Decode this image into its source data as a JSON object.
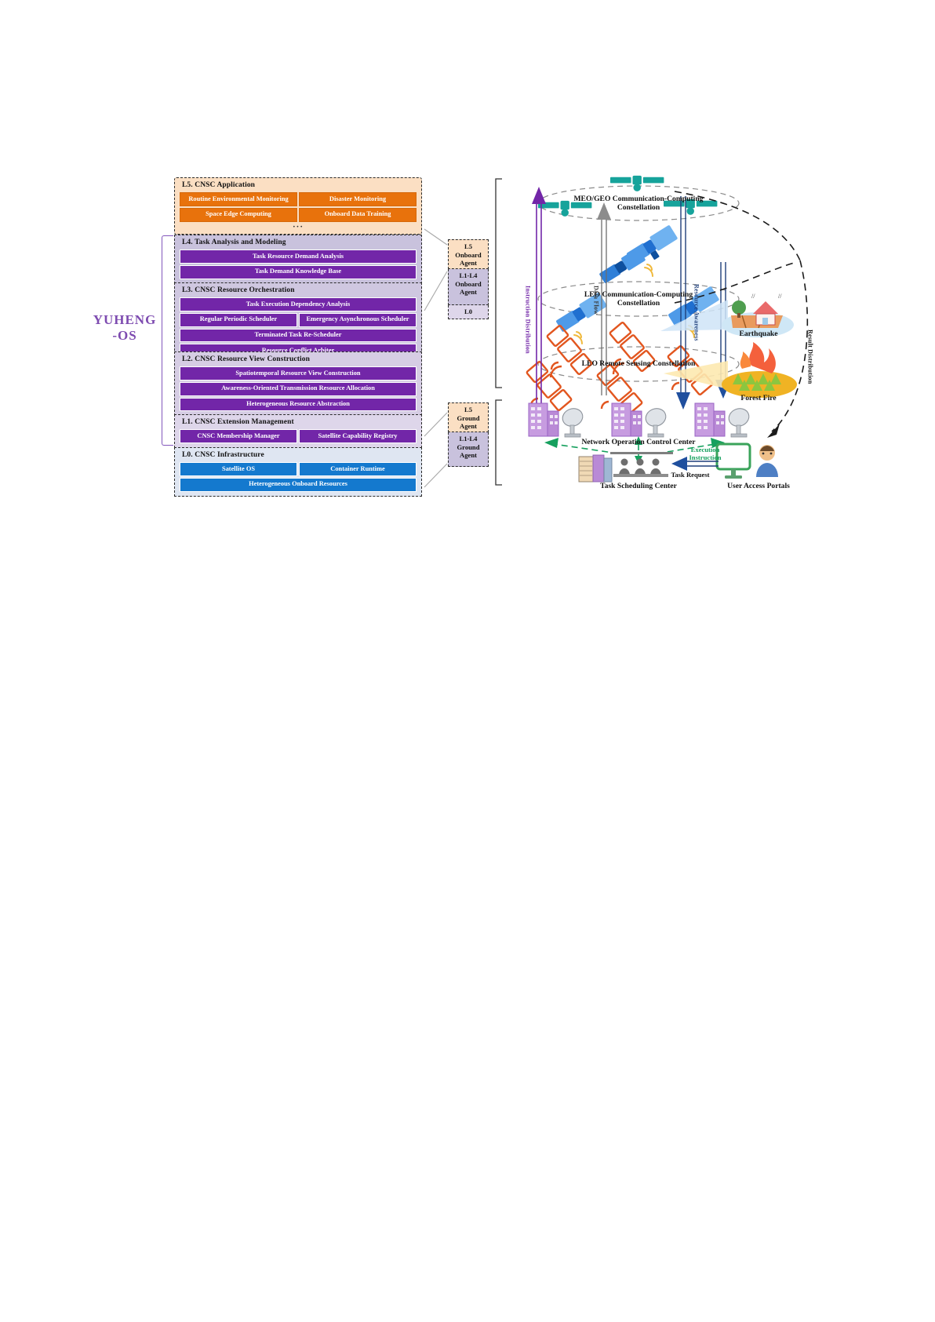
{
  "brand": {
    "line1": "YUHENG",
    "line2": "-OS"
  },
  "layers": [
    {
      "id": "l5",
      "title": "L5. CNSC Application",
      "rows": [
        [
          "Routine Environmental Monitoring",
          "Disaster Monitoring"
        ],
        [
          "Space Edge Computing",
          "Onboard Data Training"
        ]
      ],
      "ellipsis": "···",
      "color": "#e8720c",
      "bg": "#fbdfc3"
    },
    {
      "id": "l4",
      "title": "L4. Task Analysis and Modeling",
      "rows": [
        [
          "Task Resource Demand Analysis"
        ],
        [
          "Task Demand Knowledge Base"
        ]
      ],
      "color": "#7226a8",
      "bg": "#c9c2dd"
    },
    {
      "id": "l3",
      "title": "L3. CNSC Resource Orchestration",
      "rows": [
        [
          "Task Execution Dependency Analysis"
        ],
        [
          "Regular Periodic Scheduler",
          "Emergency Asynchronous Scheduler"
        ],
        [
          "Terminated Task Re-Scheduler"
        ],
        [
          "Resource Conflict Arbiter"
        ]
      ],
      "color": "#7226a8",
      "bg": "#cfc7e0"
    },
    {
      "id": "l2",
      "title": "L2. CNSC Resource View Construction",
      "rows": [
        [
          "Spatiotemporal Resource View Construction"
        ],
        [
          "Awareness-Oriented Transmission Resource Allocation"
        ],
        [
          "Heterogeneous Resource Abstraction"
        ]
      ],
      "color": "#7226a8",
      "bg": "#d6cde4"
    },
    {
      "id": "l1",
      "title": "L1. CNSC Extension Management",
      "rows": [
        [
          "CNSC Membership Manager",
          "Satellite Capability Registry"
        ]
      ],
      "color": "#7226a8",
      "bg": "#ded6ea"
    },
    {
      "id": "l0",
      "title": "L0. CNSC Infrastructure",
      "rows": [
        [
          "Satellite OS",
          "Container Runtime"
        ],
        [
          "Heterogeneous Onboard Resources"
        ]
      ],
      "color": "#1479ce",
      "bg": "#dfe6f2"
    }
  ],
  "agents": {
    "onboard": [
      {
        "label": "L5\nOnboard\nAgent",
        "style": "peach"
      },
      {
        "label": "L1-L4\nOnboard\nAgent",
        "style": "lav"
      },
      {
        "label": "L0",
        "style": "lav2"
      }
    ],
    "ground": [
      {
        "label": "L5\nGround\nAgent",
        "style": "peach"
      },
      {
        "label": "L1-L4\nGround\nAgent",
        "style": "lav"
      }
    ]
  },
  "scene": {
    "constellations": [
      {
        "name": "meo-geo",
        "label": "MEO/GEO Communication-Computing\nConstellation"
      },
      {
        "name": "leo-comm",
        "label": "LEO Communication-Computing\nConstellation"
      },
      {
        "name": "leo-rs",
        "label": "LEO Remote Sensing Constellation"
      }
    ],
    "flows": [
      {
        "name": "instruction-distribution",
        "label": "Instruction\nDistribution",
        "color": "#7226a8"
      },
      {
        "name": "data-flow",
        "label": "Data Flow",
        "color": "#3b3b3b"
      },
      {
        "name": "resource-awareness",
        "label": "Resource\nAwareness",
        "color": "#1f3f7a"
      },
      {
        "name": "result-distribution",
        "label": "Result\nDistribution",
        "color": "#111111"
      }
    ],
    "hazards": [
      {
        "name": "earthquake",
        "label": "Earthquake"
      },
      {
        "name": "forest-fire",
        "label": "Forest Fire"
      }
    ],
    "ground": [
      {
        "name": "network-operation-control-center",
        "label": "Network Operation Control Center"
      },
      {
        "name": "task-scheduling-center",
        "label": "Task Scheduling Center"
      },
      {
        "name": "user-access-portals",
        "label": "User Access Portals"
      }
    ],
    "ground_flows": [
      {
        "name": "execution-instruction",
        "label": "Execution\nInstruction",
        "color": "#16a05e"
      },
      {
        "name": "task-request",
        "label": "Task Request",
        "color": "#111111"
      }
    ]
  },
  "colors": {
    "application_orange": "#e8720c",
    "core_purple": "#7226a8",
    "infrastructure_blue": "#1479ce",
    "brand_purple": "#7d4bb0",
    "meo_geo_satellite": "#16a39b",
    "leo_comm_satellite": "#1f6fd0",
    "leo_rs_satellite": "#e2561f",
    "ground_building": "#b98ad6",
    "green_flow": "#16a05e"
  }
}
